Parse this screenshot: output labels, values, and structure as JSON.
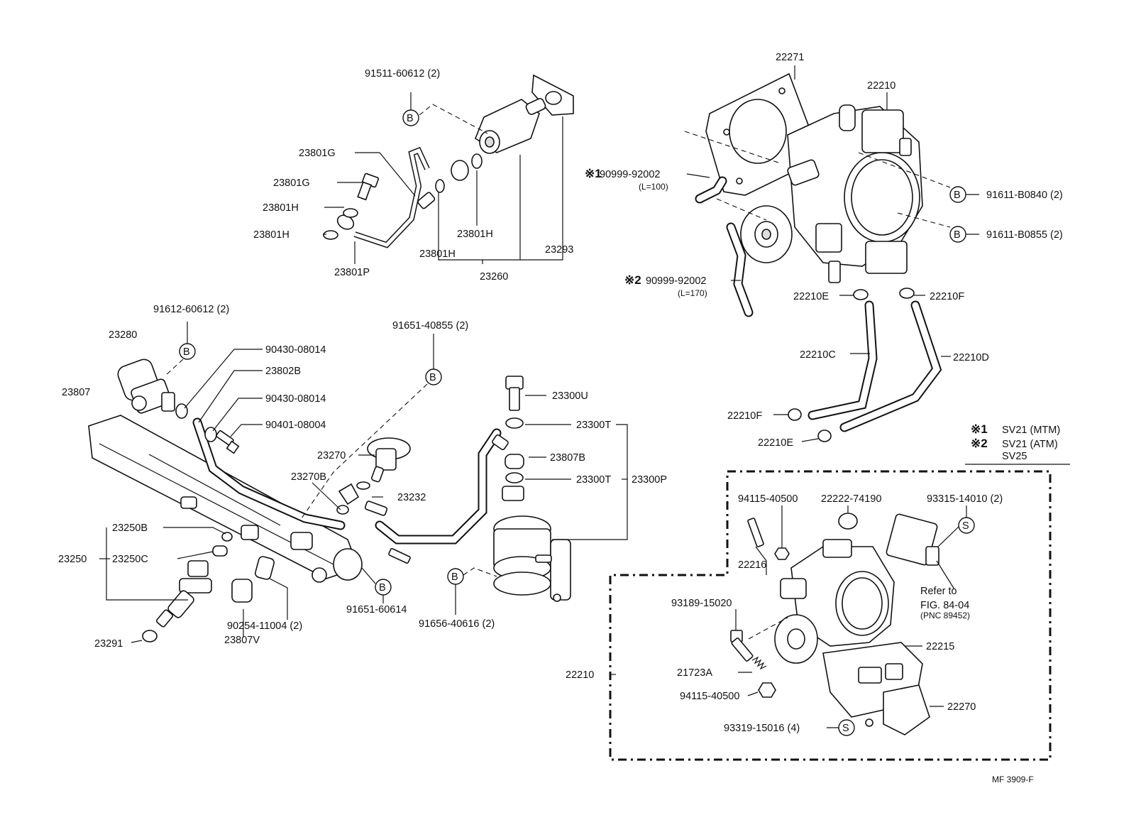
{
  "labels": {
    "p91511_60612": "91511-60612 (2)",
    "p23801G_a": "23801G",
    "p23801G_b": "23801G",
    "p23801H_a": "23801H",
    "p23801H_b": "23801H",
    "p23801H_c": "23801H",
    "p23801H_d": "23801H",
    "p23801P": "23801P",
    "p23260": "23260",
    "p23293": "23293",
    "p22271": "22271",
    "p22210_top": "22210",
    "p91611_B0840": "91611-B0840 (2)",
    "p91611_B0855": "91611-B0855 (2)",
    "p90999_1": "90999-92002",
    "p90999_1_len": "(L=100)",
    "p90999_2": "90999-92002",
    "p90999_2_len": "(L=170)",
    "mark1": "※1",
    "mark2": "※2",
    "p22210E_a": "22210E",
    "p22210F_a": "22210F",
    "p22210C": "22210C",
    "p22210D": "22210D",
    "p22210F_b": "22210F",
    "p22210E_b": "22210E",
    "p91612_60612": "91612-60612 (2)",
    "p23280": "23280",
    "p23807": "23807",
    "p90430_08014_a": "90430-08014",
    "p23802B": "23802B",
    "p90430_08014_b": "90430-08014",
    "p90401_08004": "90401-08004",
    "p91651_40855": "91651-40855 (2)",
    "p23300U": "23300U",
    "p23300T_a": "23300T",
    "p23807B": "23807B",
    "p23300T_b": "23300T",
    "p23300P": "23300P",
    "p23270": "23270",
    "p23270B": "23270B",
    "p23232": "23232",
    "p23250B": "23250B",
    "p23250": "23250",
    "p23250C": "23250C",
    "p91651_60614": "91651-60614",
    "p91656_40616": "91656-40616 (2)",
    "p90254_11004": "90254-11004 (2)",
    "p23807V": "23807V",
    "p23291": "23291",
    "p94115_40500_a": "94115-40500",
    "p22222_74190": "22222-74190",
    "p93315_14010": "93315-14010 (2)",
    "p22216": "22216",
    "p93189_15020": "93189-15020",
    "refer1": "Refer to",
    "refer2": "FIG. 84-04",
    "refer3": "(PNC 89452)",
    "p22215": "22215",
    "p22210_box": "22210",
    "p21723A": "21723A",
    "p94115_40500_b": "94115-40500",
    "p22270": "22270",
    "p93319_15016": "93319-15016 (4)",
    "fig_code": "MF 3909-F"
  },
  "legend": [
    {
      "mark": "※1",
      "text": "SV21 (MTM)"
    },
    {
      "mark": "※2",
      "text": "SV21 (ATM)"
    },
    {
      "mark": "",
      "text": "SV25"
    }
  ],
  "callout_letters": {
    "bolt": "B",
    "screw": "S"
  }
}
